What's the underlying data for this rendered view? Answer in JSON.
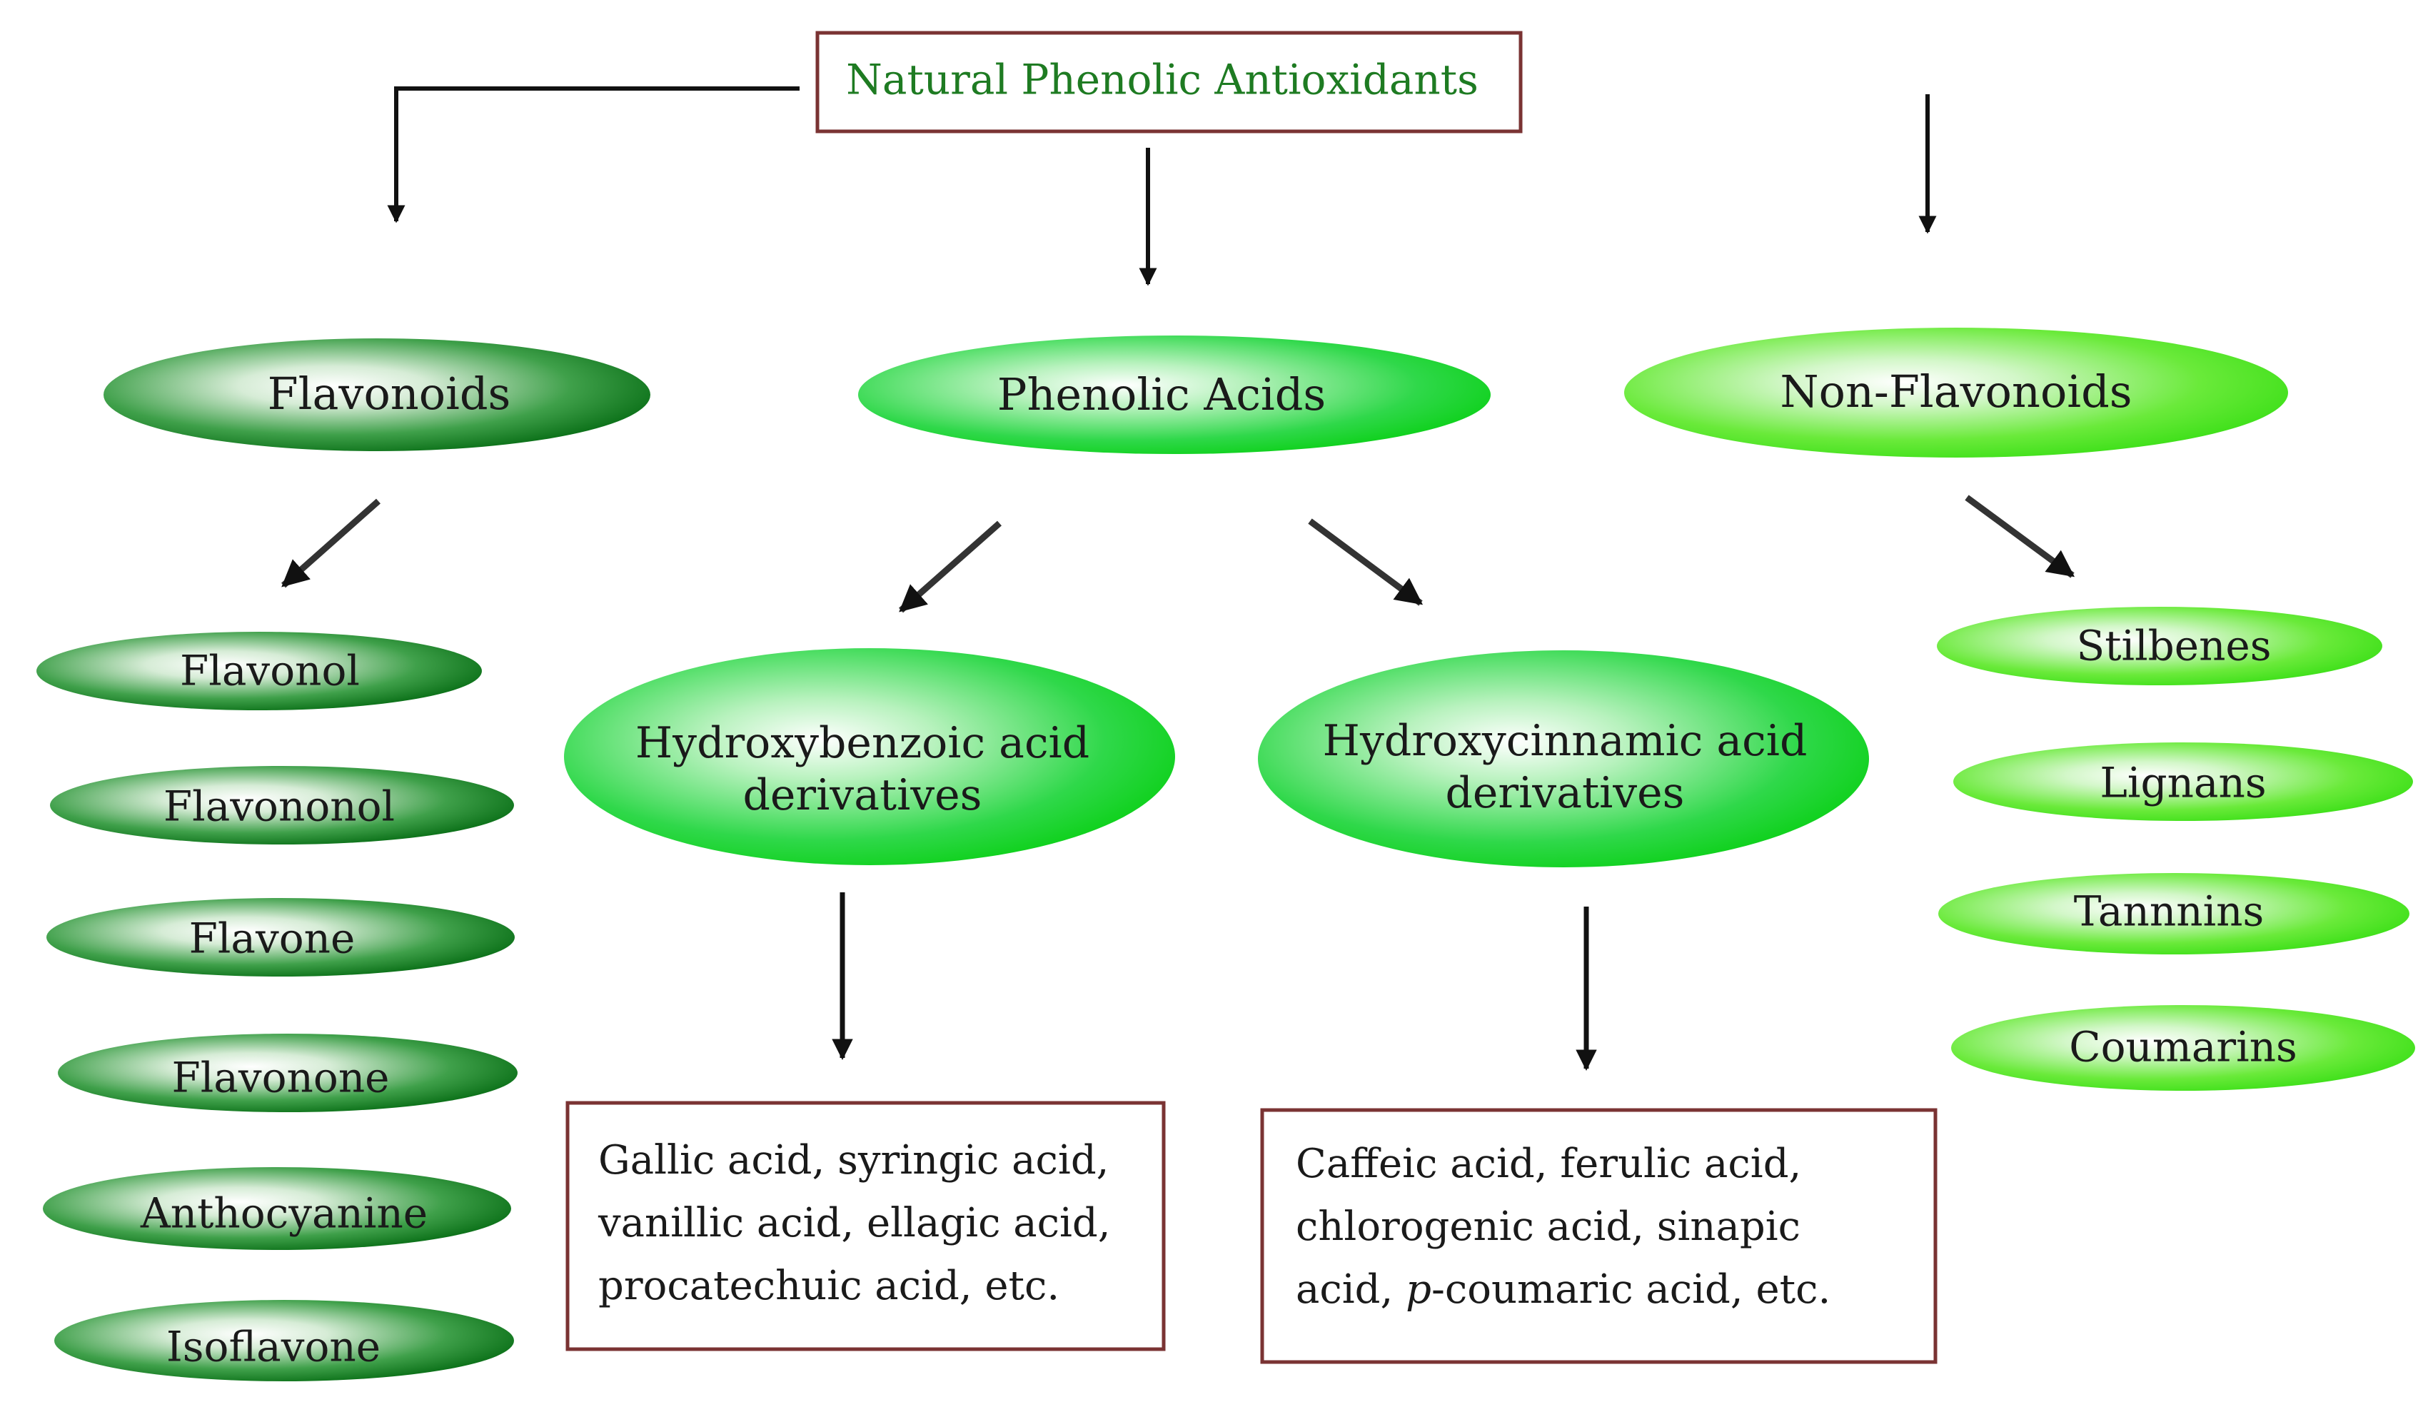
{
  "root": {
    "label": "Natural Phenolic Antioxidants"
  },
  "categories": {
    "flavonoids": {
      "label": "Flavonoids",
      "items": [
        "Flavonol",
        "Flavononol",
        "Flavone",
        "Flavonone",
        "Anthocyanine",
        "Isoflavone"
      ]
    },
    "phenolic_acids": {
      "label": "Phenolic Acids",
      "hydroxybenzoic": {
        "line1": "Hydroxybenzoic acid",
        "line2": "derivatives",
        "examples": [
          "Gallic acid, syringic acid,",
          "vanillic acid, ellagic acid,",
          "procatechuic acid, etc."
        ]
      },
      "hydroxycinnamic": {
        "line1": "Hydroxycinnamic acid",
        "line2": "derivatives",
        "examples_line1": "Caffeic acid, ferulic acid,",
        "examples_line2": "chlorogenic acid, sinapic",
        "examples_line3_pre": "acid, ",
        "examples_line3_italic": "p",
        "examples_line3_post": "-coumaric acid, etc."
      }
    },
    "non_flavonoids": {
      "label": "Non-Flavonoids",
      "items": [
        "Stilbenes",
        "Lignans",
        "Tannnins",
        "Coumarins"
      ]
    }
  },
  "colors": {
    "dark_green": "#0c7a1c",
    "mid_green": "#0fcc1f",
    "light_green": "#3ee01e",
    "box_border": "#7a3333",
    "title_text": "#1e7b22",
    "arrow": "#111111"
  }
}
